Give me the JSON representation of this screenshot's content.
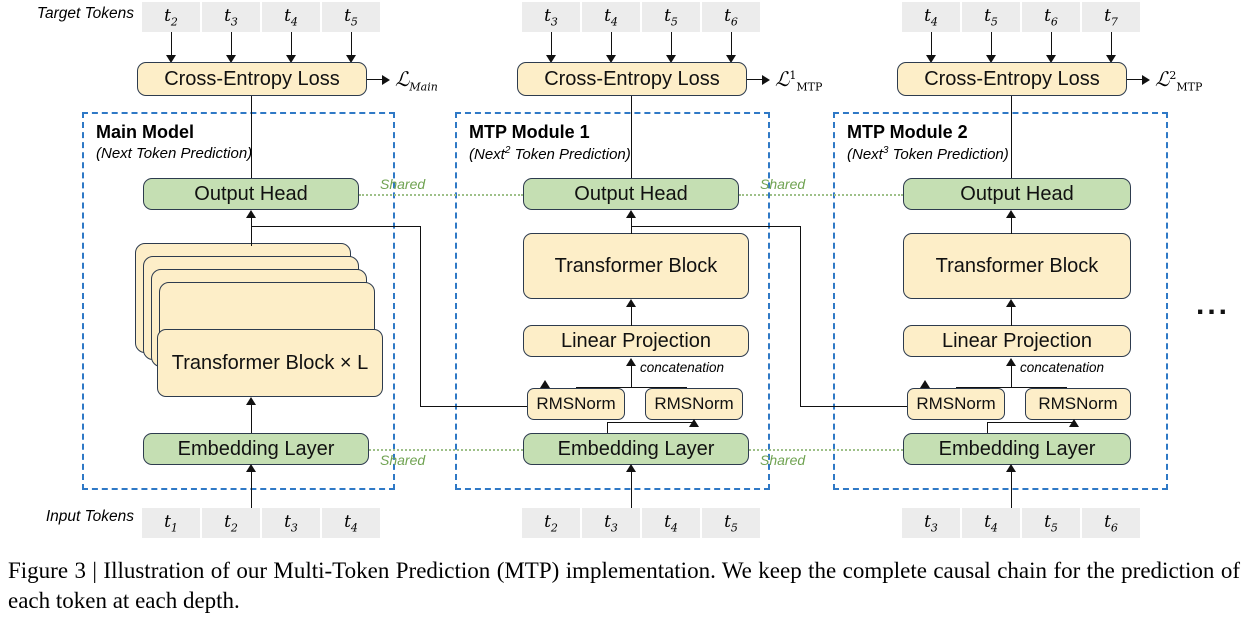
{
  "figure": {
    "row_labels": {
      "target": "Target Tokens",
      "input": "Input Tokens"
    },
    "ellipsis": "...",
    "shared_label": "Shared",
    "concatenation_label": "concatenation",
    "columns": [
      {
        "id": "main",
        "title": "Main Model",
        "subtitle_prefix": "(Next",
        "subtitle_sup": "",
        "subtitle_suffix": " Token Prediction)",
        "loss": {
          "symbol": "L",
          "sup": "",
          "sub": "Main",
          "sub_style": "italic"
        },
        "loss_box": "Cross-Entropy Loss",
        "output_head": "Output Head",
        "embedding": "Embedding Layer",
        "body_block": "Transformer Block × L",
        "target_tokens": [
          "t2",
          "t3",
          "t4",
          "t5"
        ],
        "input_tokens": [
          "t1",
          "t2",
          "t3",
          "t4"
        ]
      },
      {
        "id": "mtp1",
        "title": "MTP Module 1",
        "subtitle_prefix": "(Next",
        "subtitle_sup": "2",
        "subtitle_suffix": " Token Prediction)",
        "loss": {
          "symbol": "L",
          "sup": "1",
          "sub": "MTP",
          "sub_style": "upright"
        },
        "loss_box": "Cross-Entropy Loss",
        "output_head": "Output Head",
        "embedding": "Embedding Layer",
        "transformer_block": "Transformer Block",
        "linear_projection": "Linear Projection",
        "rmsnorm_left": "RMSNorm",
        "rmsnorm_right": "RMSNorm",
        "target_tokens": [
          "t3",
          "t4",
          "t5",
          "t6"
        ],
        "input_tokens": [
          "t2",
          "t3",
          "t4",
          "t5"
        ]
      },
      {
        "id": "mtp2",
        "title": "MTP Module 2",
        "subtitle_prefix": "(Next",
        "subtitle_sup": "3",
        "subtitle_suffix": " Token Prediction)",
        "loss": {
          "symbol": "L",
          "sup": "2",
          "sub": "MTP",
          "sub_style": "upright"
        },
        "loss_box": "Cross-Entropy Loss",
        "output_head": "Output Head",
        "embedding": "Embedding Layer",
        "transformer_block": "Transformer Block",
        "linear_projection": "Linear Projection",
        "rmsnorm_left": "RMSNorm",
        "rmsnorm_right": "RMSNorm",
        "target_tokens": [
          "t4",
          "t5",
          "t6",
          "t7"
        ],
        "input_tokens": [
          "t3",
          "t4",
          "t5",
          "t6"
        ]
      }
    ],
    "colors": {
      "token_chip": "#ececec",
      "yellow_fill": "#fdeec8",
      "green_fill": "#c5dfb3",
      "node_border": "#2d3b4e",
      "module_border": "#2f79c6",
      "shared_green": "#70a352",
      "line": "#111111"
    }
  },
  "caption": {
    "label": "Figure 3",
    "separator": "|",
    "text": "Illustration of our Multi-Token Prediction (MTP) implementation. We keep the complete causal chain for the prediction of each token at each depth."
  }
}
